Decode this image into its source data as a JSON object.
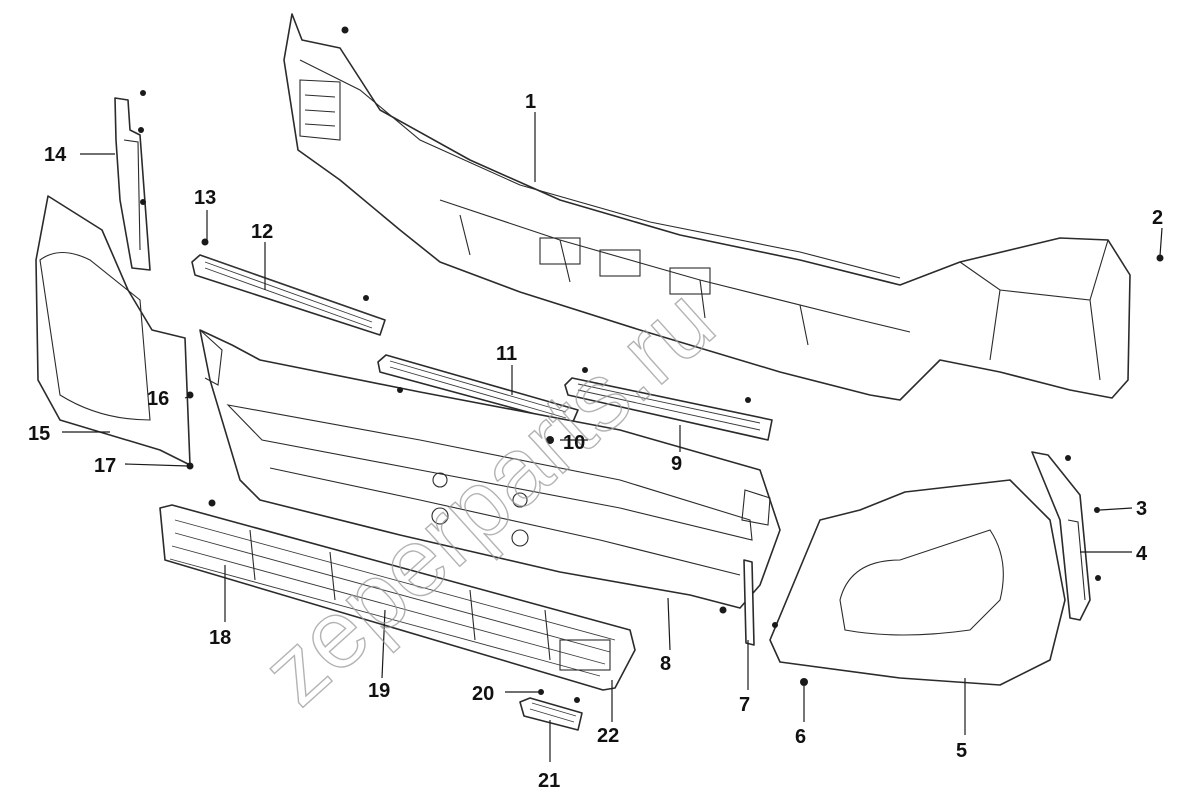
{
  "diagram": {
    "watermark": "zeperparts.ru",
    "callouts": [
      "1",
      "2",
      "3",
      "4",
      "5",
      "6",
      "7",
      "8",
      "9",
      "10",
      "11",
      "12",
      "13",
      "14",
      "15",
      "16",
      "17",
      "18",
      "19",
      "20",
      "21",
      "22"
    ]
  }
}
